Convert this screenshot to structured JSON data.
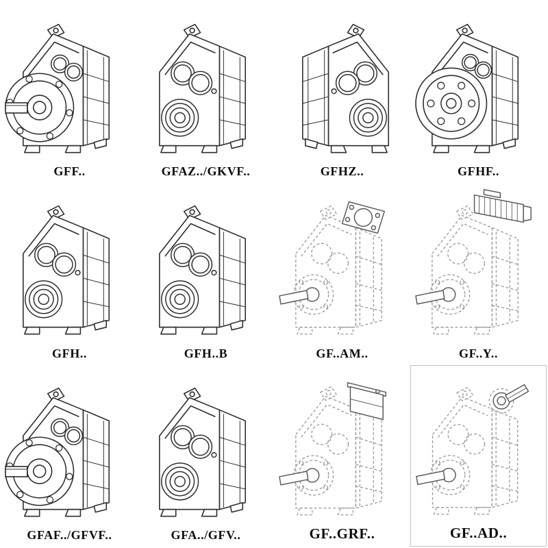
{
  "page": {
    "background": "#ffffff",
    "description": "Catalog sheet of parallel shaft helical gearbox variants, 4 x 3 grid of technical line drawings with model labels"
  },
  "colors": {
    "solid_line": "#2e2e2e",
    "ghost_line": "#979797",
    "attachment_line": "#5a5a5a",
    "cell_border": "#c2c2c2"
  },
  "products": [
    {
      "label": "GFF..",
      "drawing": "gearbox-output-flange-with-shaft"
    },
    {
      "label": "GFAZ../GKVF..",
      "drawing": "gearbox-hollow-shaft"
    },
    {
      "label": "GFHZ..",
      "drawing": "gearbox-hollow-shaft-mirrored"
    },
    {
      "label": "GFHF..",
      "drawing": "gearbox-front-flange"
    },
    {
      "label": "GFH..",
      "drawing": "gearbox-hollow-shaft"
    },
    {
      "label": "GFH..B",
      "drawing": "gearbox-hollow-shaft-foot-mounted"
    },
    {
      "label": "GF..AM..",
      "drawing": "gearbox-ghost-with-motor-adapter-flange"
    },
    {
      "label": "GF..Y..",
      "drawing": "gearbox-ghost-with-mounted-motor"
    },
    {
      "label": "GFAF../GFVF..",
      "drawing": "gearbox-output-flange-with-shaft"
    },
    {
      "label": "GFA../GFV..",
      "drawing": "gearbox-hollow-shaft"
    },
    {
      "label": "GF..GRF..",
      "drawing": "gearbox-ghost-with-input-block"
    },
    {
      "label": "GF..AD..",
      "drawing": "gearbox-ghost-with-input-shaft"
    }
  ]
}
